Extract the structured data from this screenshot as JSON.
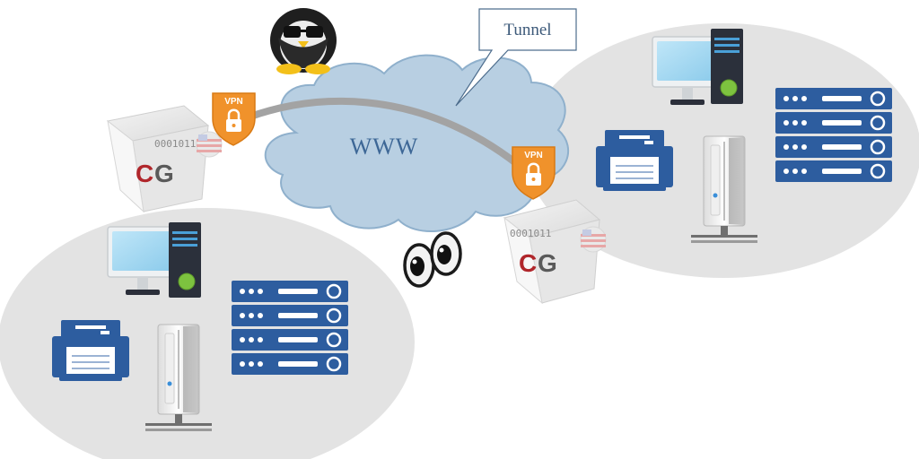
{
  "cloud": {
    "label": "WWW"
  },
  "callout": {
    "label": "Tunnel"
  },
  "vpn_badges": [
    {
      "label": "VPN"
    },
    {
      "label": "VPN"
    }
  ],
  "gateways": [
    {
      "binary": "0001011",
      "logo_c": "C",
      "logo_g": "G"
    },
    {
      "binary": "0001011",
      "logo_c": "C",
      "logo_g": "G"
    }
  ],
  "networks": [
    {
      "devices": [
        "monitor-icon",
        "pc-tower-icon",
        "printer-icon",
        "server-tower-icon",
        "rack-server-icon"
      ]
    },
    {
      "devices": [
        "monitor-icon",
        "pc-tower-icon",
        "printer-icon",
        "server-tower-icon",
        "rack-server-icon"
      ]
    }
  ],
  "observers": [
    "penguin-icon",
    "eyes-icon"
  ],
  "colors": {
    "ellipse": "#e3e3e3",
    "cloud": "#b8cfe2",
    "cloud_stroke": "#8fb0cc",
    "tunnel": "#a3a3a3",
    "vpn_shield": "#f0922b",
    "device_blue": "#2d5d9f",
    "screen": "#9fd3ef",
    "logo_red": "#b0262b",
    "logo_gray": "#5a5a5a",
    "power_green": "#7dc23f"
  }
}
